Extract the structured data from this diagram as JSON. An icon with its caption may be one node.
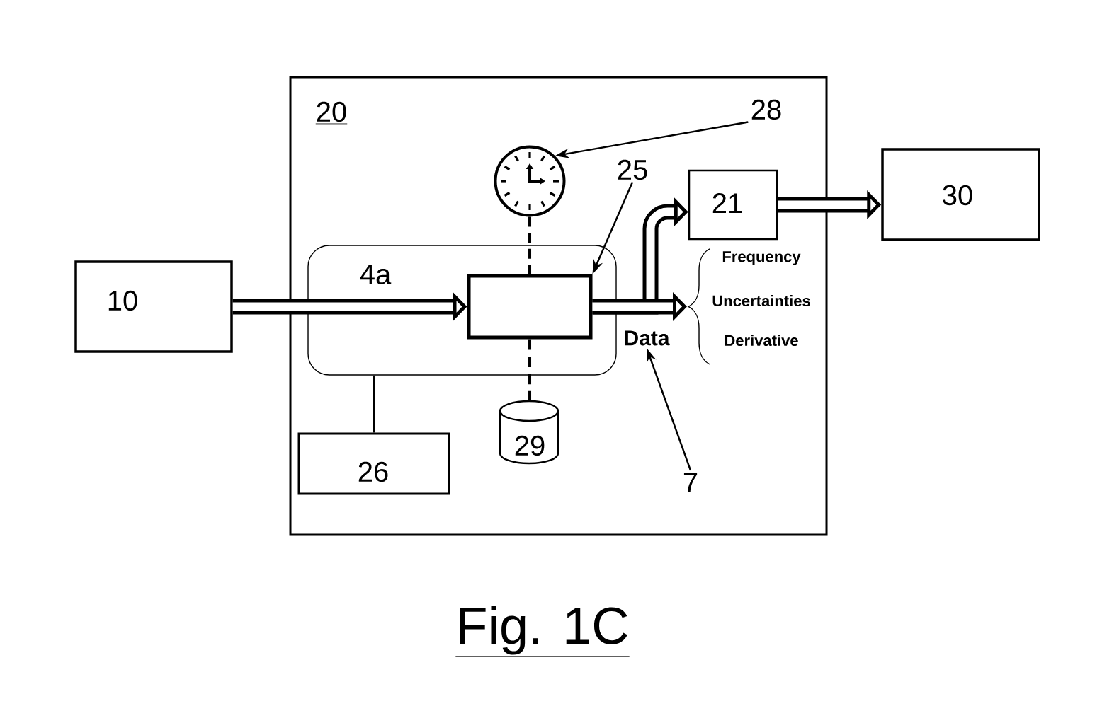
{
  "diagram": {
    "caption": "Fig. 1C",
    "nodes": [
      {
        "text": [
          "10"
        ]
      },
      {
        "text": [
          "20"
        ]
      },
      {
        "text": [
          "28"
        ],
        "in": 1
      },
      {
        "text": [],
        "shape": "clock",
        "in": 1
      },
      {
        "text": [
          "25"
        ],
        "in": 1
      },
      {
        "text": [
          "21"
        ],
        "in": 1
      },
      {
        "text": [
          "4a"
        ],
        "in": 1
      },
      {
        "text": [],
        "shape": "box",
        "in": 6
      },
      {
        "text": [
          "Data"
        ],
        "in": 1
      },
      {
        "text": [
          "29"
        ],
        "in": 1
      },
      {
        "text": [
          "26"
        ],
        "in": 1
      },
      {
        "text": [
          "7"
        ],
        "in": 1
      },
      {
        "text": [
          "30"
        ]
      },
      {
        "text": [
          "Frequency",
          "Uncertainties",
          "Derivative"
        ],
        "in": 1
      }
    ],
    "edges": [
      {
        "from": 0,
        "to": 7,
        "arrow": "to",
        "style": "thick"
      },
      {
        "from": 7,
        "to": 5,
        "arrow": "to",
        "style": "thick"
      },
      {
        "from": 7,
        "to": 13,
        "arrow": "to",
        "style": "thick"
      },
      {
        "from": 5,
        "to": 12,
        "arrow": "to",
        "style": "thick"
      },
      {
        "from": 3,
        "to": 7,
        "arrow": "none",
        "style": "dashed"
      },
      {
        "from": 7,
        "to": 9,
        "arrow": "none",
        "style": "dashed"
      },
      {
        "from": 6,
        "to": 10,
        "arrow": "none"
      },
      {
        "from": 2,
        "to": 3,
        "arrow": "to"
      },
      {
        "from": 4,
        "to": 7,
        "arrow": "to"
      },
      {
        "from": 11,
        "to": 8,
        "arrow": "to"
      }
    ]
  }
}
